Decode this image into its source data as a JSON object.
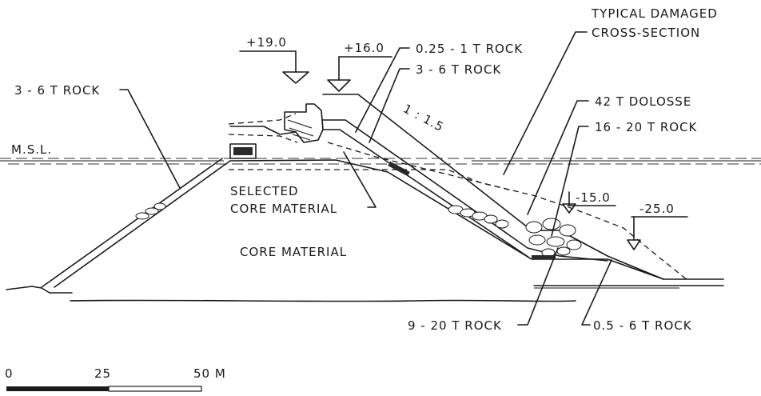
{
  "labels": {
    "rock_3_6_left": "3 - 6 T ROCK",
    "msl": "M.S.L.",
    "elev_19": "+19.0",
    "elev_16": "+16.0",
    "rock_025_1": "0.25 - 1 T ROCK",
    "rock_3_6_right": "3 - 6 T ROCK",
    "damaged_line1": "TYPICAL DAMAGED",
    "damaged_line2": "CROSS-SECTION",
    "dolosse": "42 T DOLOSSE",
    "rock_16_20": "16 - 20 T ROCK",
    "slope": "1 : 1.5",
    "elev_m15": "-15.0",
    "elev_m25": "-25.0",
    "selected_core_line1": "SELECTED",
    "selected_core_line2": "CORE MATERIAL",
    "core": "CORE MATERIAL",
    "rock_9_20": "9 - 20 T ROCK",
    "rock_05_6": "0.5 - 6 T ROCK"
  },
  "scale_bar": {
    "ticks": [
      "0",
      "25",
      "50 M"
    ]
  },
  "colors": {
    "ink": "#1a1a1a",
    "paper": "#ffffff"
  }
}
